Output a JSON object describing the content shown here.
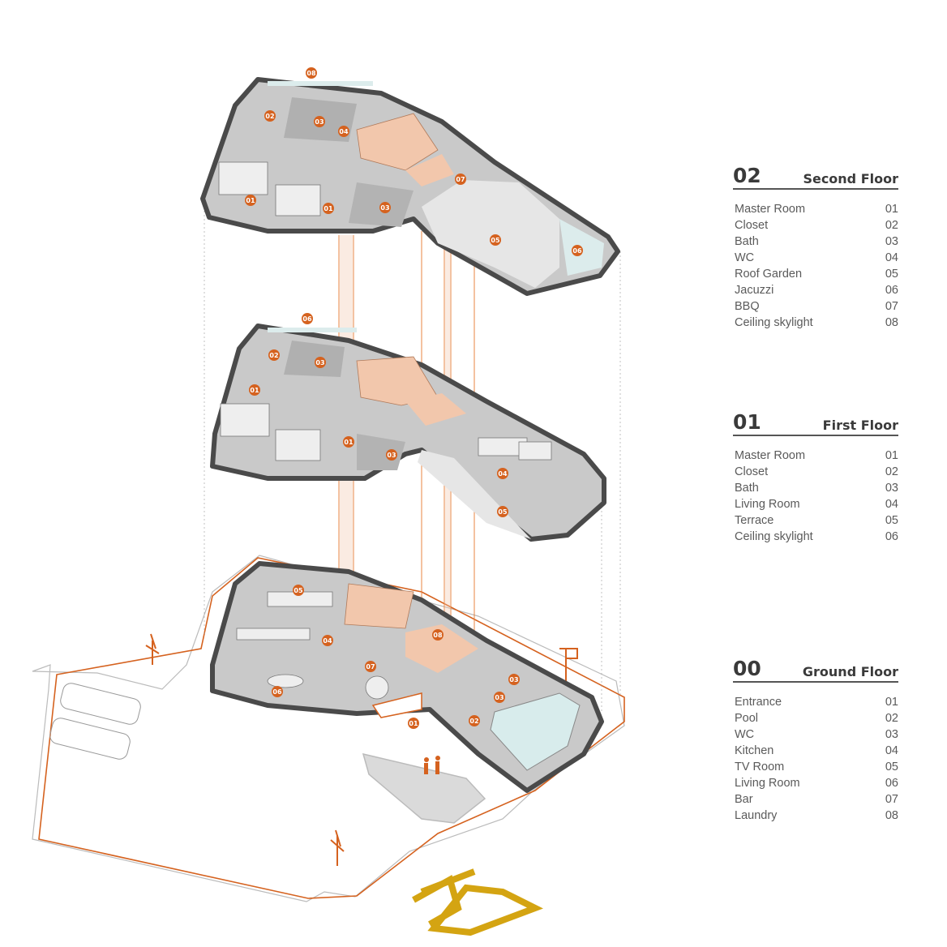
{
  "legends": {
    "second": {
      "number": "02",
      "title": "Second Floor",
      "items": [
        {
          "label": "Master Room",
          "code": "01"
        },
        {
          "label": "Closet",
          "code": "02"
        },
        {
          "label": "Bath",
          "code": "03"
        },
        {
          "label": "WC",
          "code": "04"
        },
        {
          "label": "Roof Garden",
          "code": "05"
        },
        {
          "label": "Jacuzzi",
          "code": "06"
        },
        {
          "label": "BBQ",
          "code": "07"
        },
        {
          "label": "Ceiling skylight",
          "code": "08"
        }
      ]
    },
    "first": {
      "number": "01",
      "title": "First Floor",
      "items": [
        {
          "label": "Master Room",
          "code": "01"
        },
        {
          "label": "Closet",
          "code": "02"
        },
        {
          "label": "Bath",
          "code": "03"
        },
        {
          "label": "Living Room",
          "code": "04"
        },
        {
          "label": "Terrace",
          "code": "05"
        },
        {
          "label": "Ceiling skylight",
          "code": "06"
        }
      ]
    },
    "ground": {
      "number": "00",
      "title": "Ground Floor",
      "items": [
        {
          "label": "Entrance",
          "code": "01"
        },
        {
          "label": "Pool",
          "code": "02"
        },
        {
          "label": "WC",
          "code": "03"
        },
        {
          "label": "Kitchen",
          "code": "04"
        },
        {
          "label": "TV Room",
          "code": "05"
        },
        {
          "label": "Living Room",
          "code": "06"
        },
        {
          "label": "Bar",
          "code": "07"
        },
        {
          "label": "Laundry",
          "code": "08"
        }
      ]
    }
  },
  "plan_tags": {
    "second": [
      "08",
      "02",
      "03",
      "04",
      "01",
      "01",
      "03",
      "07",
      "05",
      "06"
    ],
    "first": [
      "06",
      "02",
      "03",
      "01",
      "01",
      "03",
      "04",
      "05"
    ],
    "ground": [
      "05",
      "04",
      "06",
      "07",
      "08",
      "03",
      "03",
      "02",
      "01"
    ]
  },
  "colors": {
    "accent": "#d5621f",
    "wall": "#4a4a4a",
    "floor": "#c8c8c8",
    "stair": "#f2c7ac",
    "water": "#d8ecec",
    "logo": "#d4a412"
  }
}
